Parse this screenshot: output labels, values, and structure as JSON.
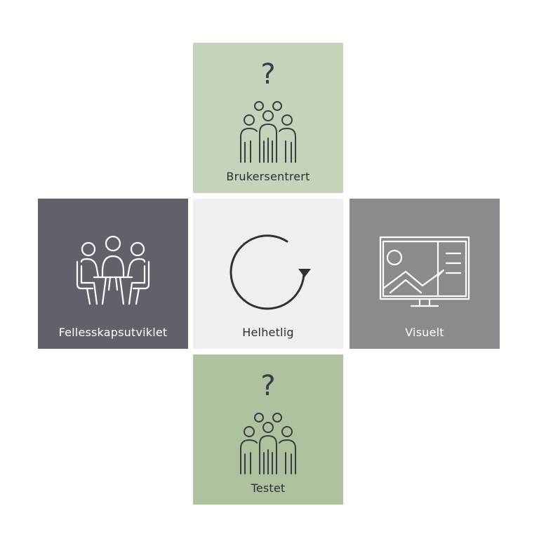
{
  "tiles": {
    "top": {
      "label": "Brukersentrert",
      "color": "#c5d3bb",
      "icon": "group-question-icon"
    },
    "left": {
      "label": "Fellesskapsutviklet",
      "color": "#5f6369",
      "icon": "meeting-table-icon"
    },
    "center": {
      "label": "Helhetlig",
      "color": "#efefef",
      "icon": "circular-arrow-icon"
    },
    "right": {
      "label": "Visuelt",
      "color": "#898b8e",
      "icon": "monitor-image-icon"
    },
    "bottom": {
      "label": "Testet",
      "color": "#afc29f",
      "icon": "group-question-icon"
    }
  }
}
